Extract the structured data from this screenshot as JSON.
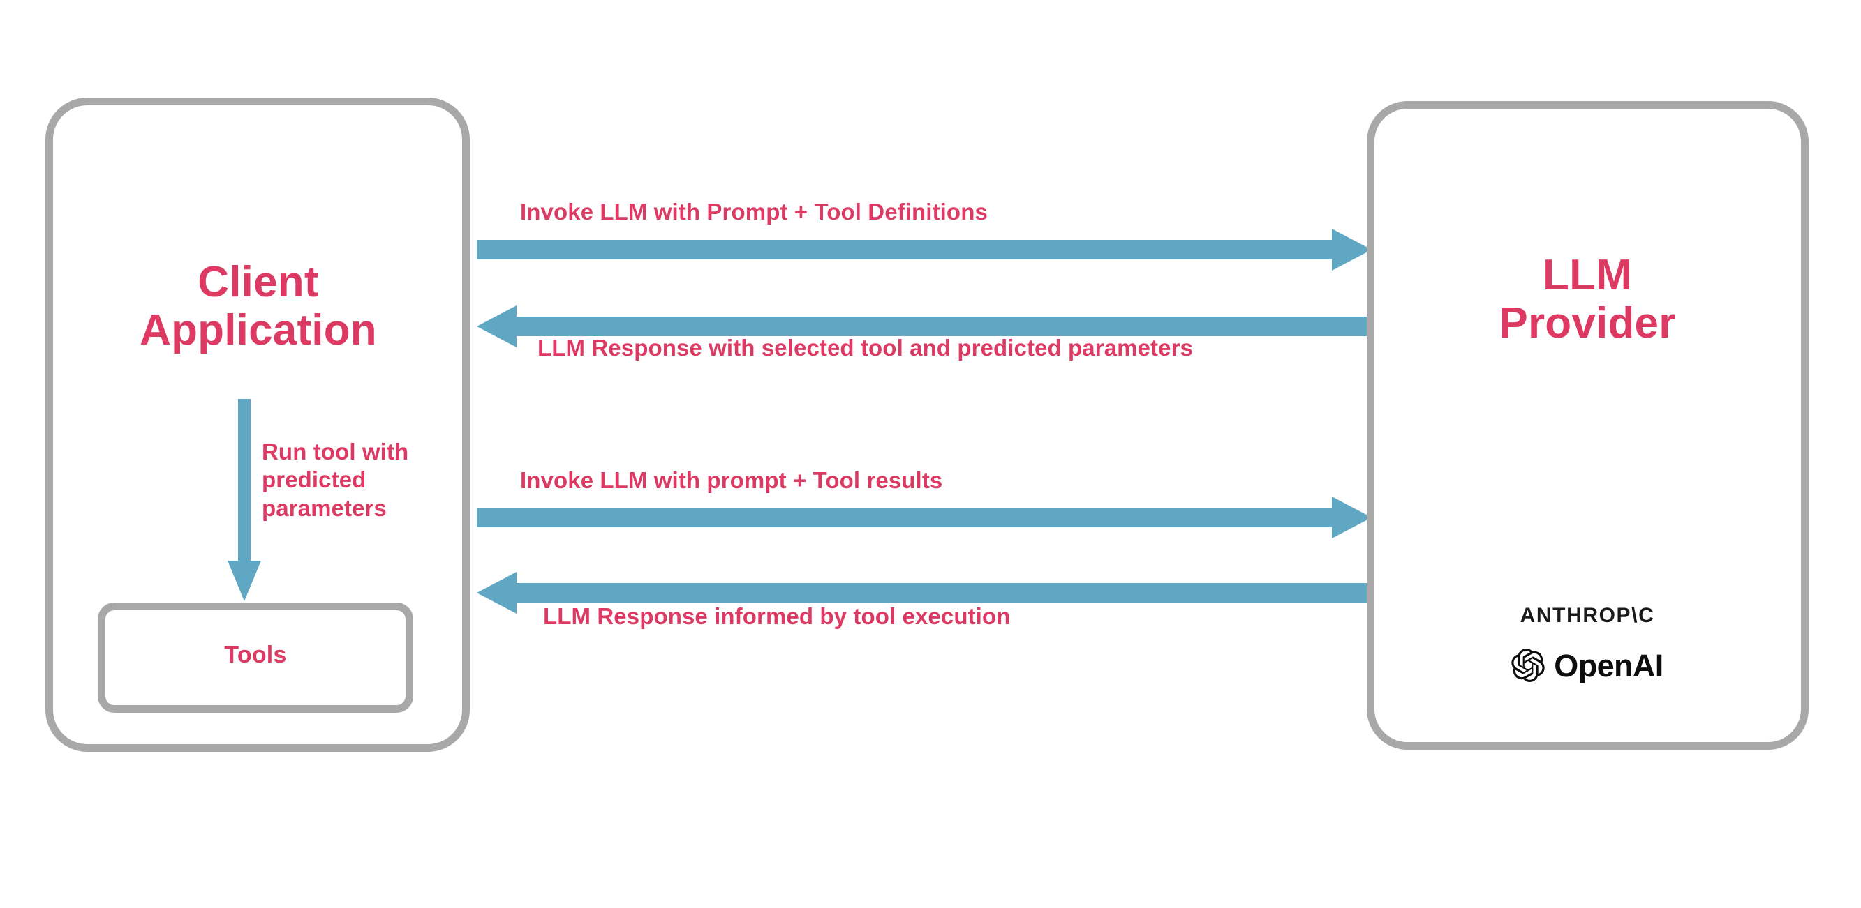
{
  "diagram": {
    "title": "LLM Tool Calling Flow",
    "colors": {
      "accent_text": "#dc3a63",
      "arrow": "#5fa7c3",
      "box_border": "#a8a8a8",
      "background": "#ffffff",
      "brand_text": "#1a1a1a"
    }
  },
  "nodes": {
    "client": {
      "title": "Client\nApplication",
      "title_line_1": "Client",
      "title_line_2": "Application"
    },
    "provider": {
      "title": "LLM\nProvider",
      "title_line_1": "LLM",
      "title_line_2": "Provider"
    },
    "tools": {
      "title": "Tools"
    }
  },
  "brands": [
    {
      "name": "anthropic",
      "label": "ANTHROP\\C"
    },
    {
      "name": "openai",
      "label": "OpenAI",
      "icon": "openai-logo-icon"
    }
  ],
  "flows": [
    {
      "id": "invoke-with-tool-definitions",
      "label": "Invoke LLM with Prompt + Tool Definitions",
      "direction": "right",
      "from": "client",
      "to": "provider",
      "step": 1
    },
    {
      "id": "response-with-selected-tool",
      "label": "LLM Response with selected tool and predicted parameters",
      "direction": "left",
      "from": "provider",
      "to": "client",
      "step": 2
    },
    {
      "id": "invoke-with-tool-results",
      "label": "Invoke LLM with prompt + Tool results",
      "direction": "right",
      "from": "client",
      "to": "provider",
      "step": 3
    },
    {
      "id": "response-informed-by-tool",
      "label": "LLM Response informed by tool execution",
      "direction": "left",
      "from": "provider",
      "to": "client",
      "step": 4
    }
  ],
  "internal_flow": {
    "id": "run-tool",
    "label": "Run tool with predicted parameters",
    "direction": "down",
    "from": "client",
    "to": "tools"
  }
}
